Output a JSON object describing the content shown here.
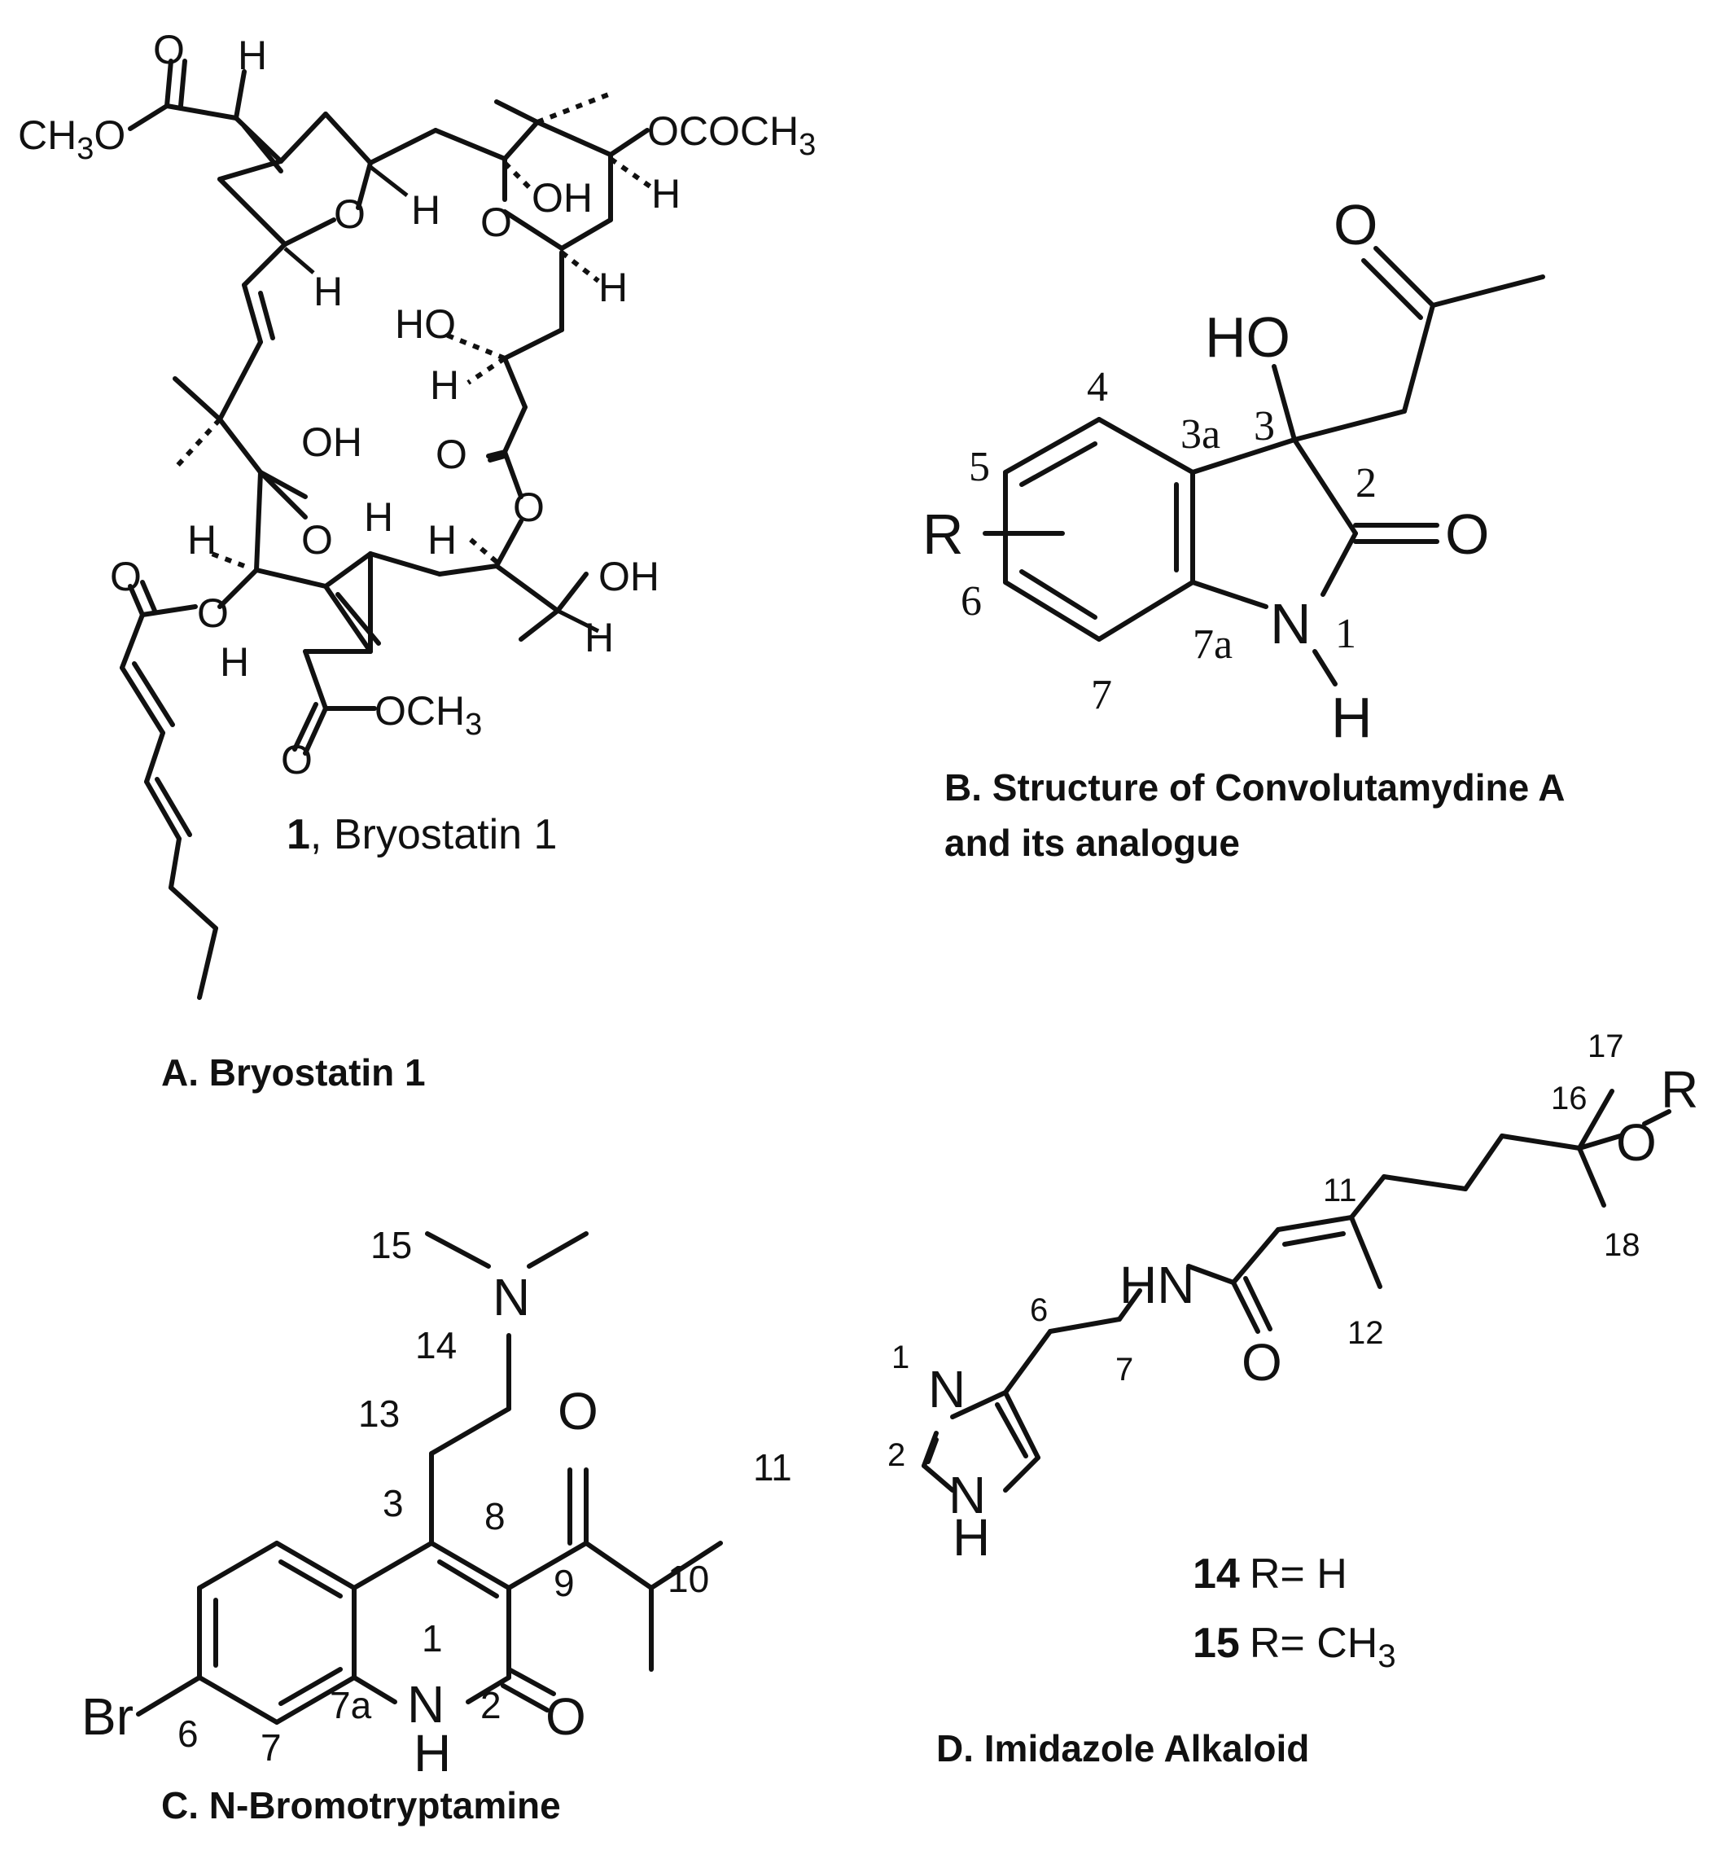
{
  "panels": {
    "a": {
      "caption": "A. Bryostatin 1",
      "compound_number": "1",
      "compound_name": "Bryostatin 1",
      "atoms": {
        "methyl_ester_top": "CH3O",
        "ester_o_top": "O",
        "h": "H",
        "ring_o": "O",
        "oh": "OH",
        "ho": "HO",
        "oacetyl": "OCOCH3",
        "methyl_ester_bottom": "OCH3",
        "lactone_o": "O"
      }
    },
    "b": {
      "caption_line1": "B. Structure of Convolutamydine A",
      "caption_line2": "and its analogue",
      "atoms": {
        "r": "R",
        "ho": "HO",
        "o": "O",
        "n": "N",
        "h": "H"
      },
      "locants": [
        "4",
        "5",
        "6",
        "7",
        "3a",
        "3",
        "2",
        "7a",
        "1"
      ]
    },
    "c": {
      "caption": "C. N-Bromotryptamine",
      "atoms": {
        "br": "Br",
        "n": "N",
        "h": "H",
        "o": "O"
      },
      "locants": [
        "15",
        "14",
        "13",
        "3",
        "8",
        "9",
        "10",
        "11",
        "1",
        "2",
        "7a",
        "7",
        "6"
      ]
    },
    "d": {
      "caption": "D. Imidazole Alkaloid",
      "atoms": {
        "n": "N",
        "nh": "NH",
        "h": "H",
        "hn": "HN",
        "o": "O",
        "r": "R"
      },
      "locants": [
        "1",
        "2",
        "6",
        "7",
        "11",
        "12",
        "16",
        "17",
        "18"
      ],
      "compounds": [
        {
          "number": "14",
          "substituent": "R= H"
        },
        {
          "number": "15",
          "substituent": "R= CH3"
        }
      ]
    }
  }
}
